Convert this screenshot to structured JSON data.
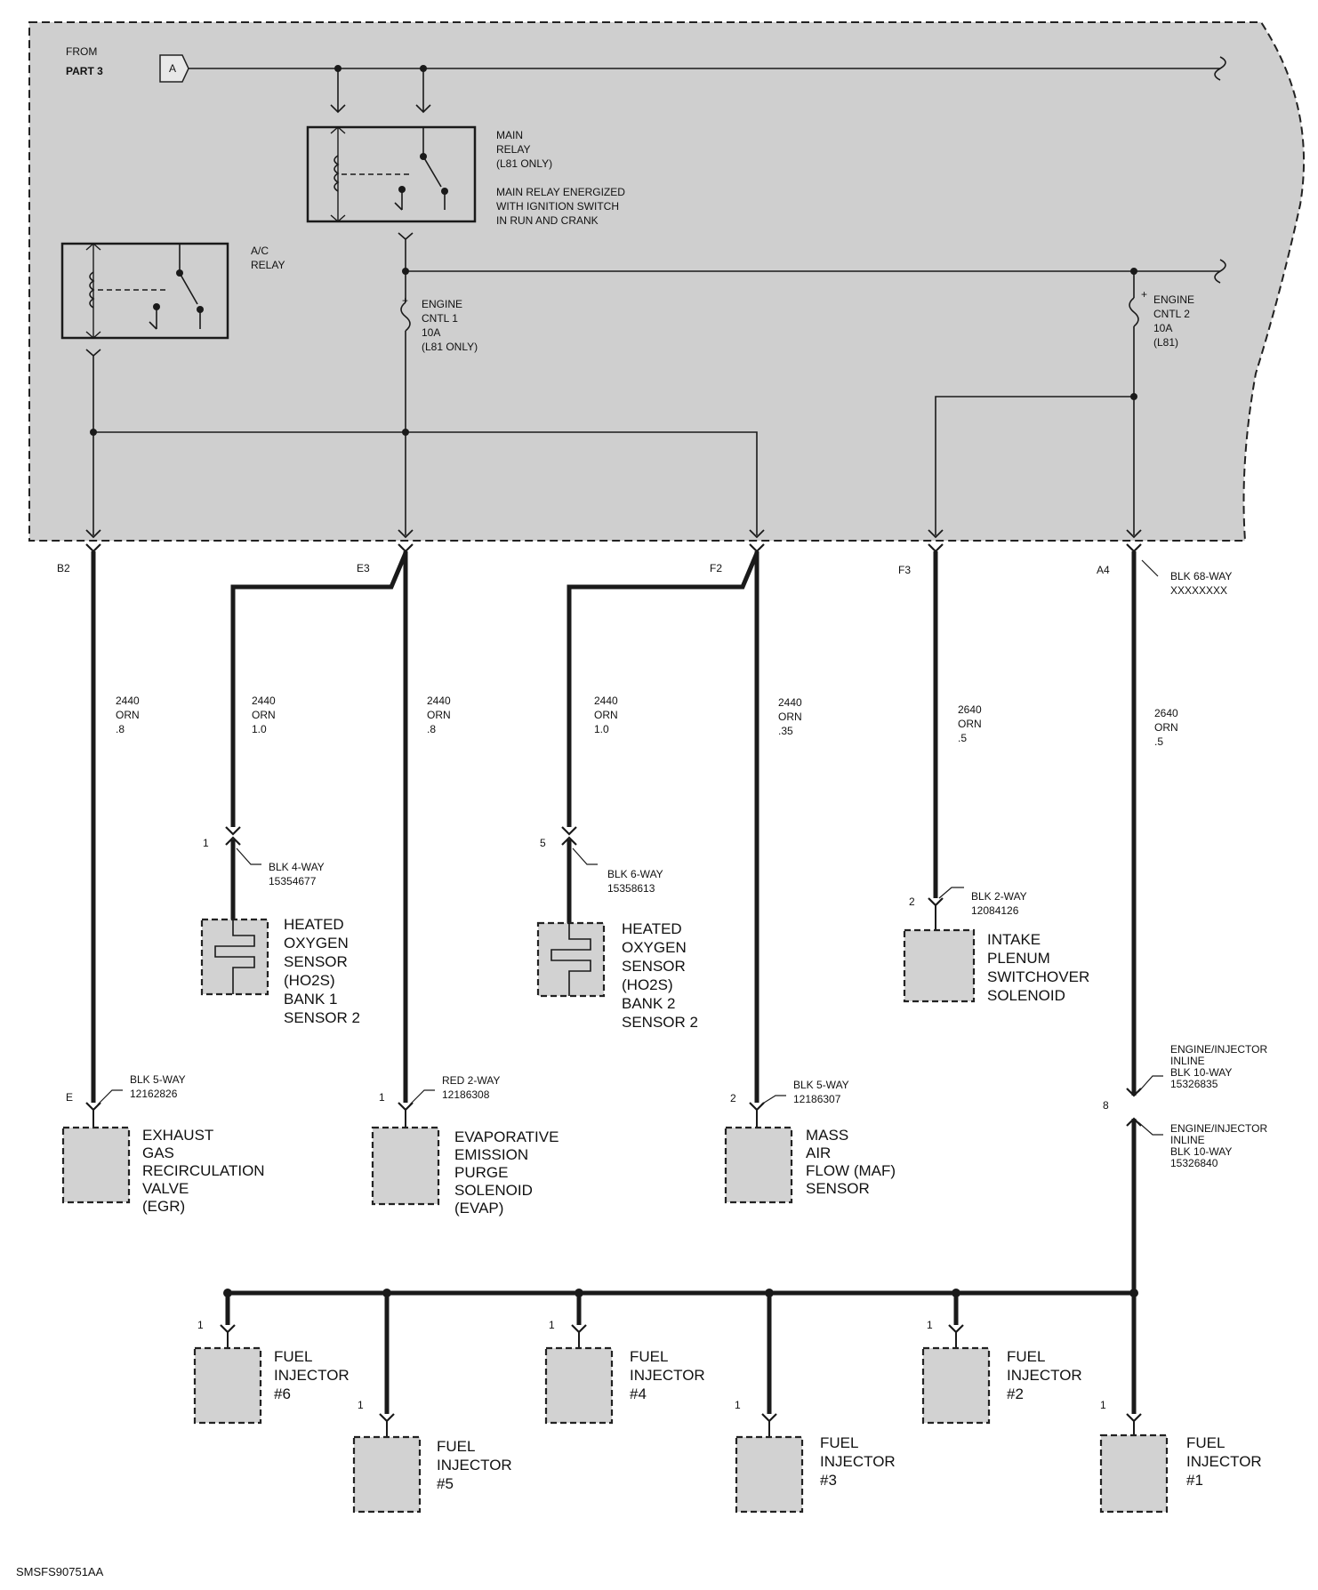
{
  "from_block": {
    "line1": "FROM",
    "line2": "PART 3",
    "ref": "A"
  },
  "main_relay": {
    "l1": "MAIN",
    "l2": "RELAY",
    "l3": "(L81 ONLY)",
    "n1": "MAIN RELAY ENERGIZED",
    "n2": "WITH IGNITION SWITCH",
    "n3": "IN RUN AND CRANK"
  },
  "ac_relay": {
    "l1": "A/C",
    "l2": "RELAY"
  },
  "fuse1": {
    "l1": "ENGINE",
    "l2": "CNTL 1",
    "l3": "10A",
    "l4": "(L81 ONLY)"
  },
  "fuse2": {
    "l1": "ENGINE",
    "l2": "CNTL 2",
    "l3": "10A",
    "l4": "(L81)"
  },
  "pins": {
    "b2": "B2",
    "e3": "E3",
    "f2": "F2",
    "f3": "F3",
    "a4": "A4"
  },
  "pcm_connector": {
    "l1": "BLK 68-WAY",
    "l2": "XXXXXXXX"
  },
  "wires": [
    {
      "circuit": "2440",
      "color": "ORN",
      "size": ".8"
    },
    {
      "circuit": "2440",
      "color": "ORN",
      "size": "1.0"
    },
    {
      "circuit": "2440",
      "color": "ORN",
      "size": ".8"
    },
    {
      "circuit": "2440",
      "color": "ORN",
      "size": "1.0"
    },
    {
      "circuit": "2440",
      "color": "ORN",
      "size": ".35"
    },
    {
      "circuit": "2640",
      "color": "ORN",
      "size": ".5"
    },
    {
      "circuit": "2640",
      "color": "ORN",
      "size": ".5"
    }
  ],
  "ho2s1": {
    "pin": "1",
    "conn1": "BLK 4-WAY",
    "conn2": "15354677",
    "l1": "HEATED",
    "l2": "OXYGEN",
    "l3": "SENSOR",
    "l4": "(HO2S)",
    "l5": "BANK 1",
    "l6": "SENSOR 2"
  },
  "ho2s2": {
    "pin": "5",
    "conn1": "BLK 6-WAY",
    "conn2": "15358613",
    "l1": "HEATED",
    "l2": "OXYGEN",
    "l3": "SENSOR",
    "l4": "(HO2S)",
    "l5": "BANK 2",
    "l6": "SENSOR 2"
  },
  "plenum": {
    "pin": "2",
    "conn1": "BLK 2-WAY",
    "conn2": "12084126",
    "l1": "INTAKE",
    "l2": "PLENUM",
    "l3": "SWITCHOVER",
    "l4": "SOLENOID"
  },
  "egr": {
    "pin": "E",
    "conn1": "BLK 5-WAY",
    "conn2": "12162826",
    "l1": "EXHAUST",
    "l2": "GAS",
    "l3": "RECIRCULATION",
    "l4": "VALVE",
    "l5": "(EGR)"
  },
  "evap": {
    "pin": "1",
    "conn1": "RED  2-WAY",
    "conn2": "12186308",
    "l1": "EVAPORATIVE",
    "l2": "EMISSION",
    "l3": "PURGE",
    "l4": "SOLENOID",
    "l5": "(EVAP)"
  },
  "maf": {
    "pin": "2",
    "conn1": "BLK 5-WAY",
    "conn2": "12186307",
    "l1": "MASS",
    "l2": "AIR",
    "l3": "FLOW (MAF)",
    "l4": "SENSOR"
  },
  "inline1": {
    "l1": "ENGINE/INJECTOR",
    "l2": "INLINE",
    "l3": "BLK 10-WAY",
    "l4": "15326835"
  },
  "inline2": {
    "l1": "ENGINE/INJECTOR",
    "l2": "INLINE",
    "l3": "BLK 10-WAY",
    "l4": "15326840"
  },
  "inline_pin": "8",
  "injectors": [
    {
      "pin": "1",
      "l1": "FUEL",
      "l2": "INJECTOR",
      "l3": "#6"
    },
    {
      "pin": "1",
      "l1": "FUEL",
      "l2": "INJECTOR",
      "l3": "#5"
    },
    {
      "pin": "1",
      "l1": "FUEL",
      "l2": "INJECTOR",
      "l3": "#4"
    },
    {
      "pin": "1",
      "l1": "FUEL",
      "l2": "INJECTOR",
      "l3": "#3"
    },
    {
      "pin": "1",
      "l1": "FUEL",
      "l2": "INJECTOR",
      "l3": "#2"
    },
    {
      "pin": "1",
      "l1": "FUEL",
      "l2": "INJECTOR",
      "l3": "#1"
    }
  ],
  "footer": "SMSFS90751AA",
  "colors": {
    "module_fill": "#d0d0d0",
    "component_fill": "#d2d2d2",
    "wire": "#1a1a1a"
  }
}
